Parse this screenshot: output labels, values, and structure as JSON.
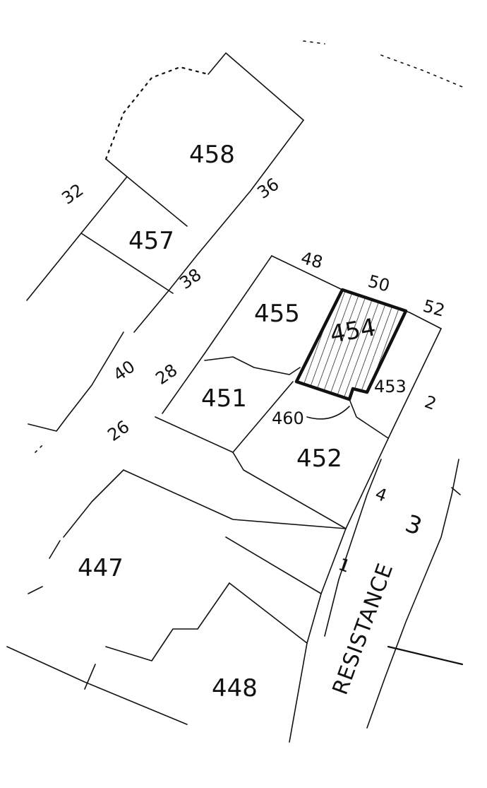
{
  "lots": {
    "l458": "458",
    "l457": "457",
    "l455": "455",
    "l454": "454",
    "l453": "453",
    "l451": "451",
    "l452": "452",
    "l460": "460",
    "l447": "447",
    "l448": "448"
  },
  "dims": {
    "d32": "32",
    "d36": "36",
    "d38": "38",
    "d48": "48",
    "d50": "50",
    "d52": "52",
    "d40": "40",
    "d28": "28",
    "d26": "26",
    "d2": "2",
    "d4": "4",
    "d3": "3",
    "d1": "1"
  },
  "street": "RESISTANCE",
  "colors": {
    "ink": "#111111",
    "paper": "#ffffff"
  }
}
